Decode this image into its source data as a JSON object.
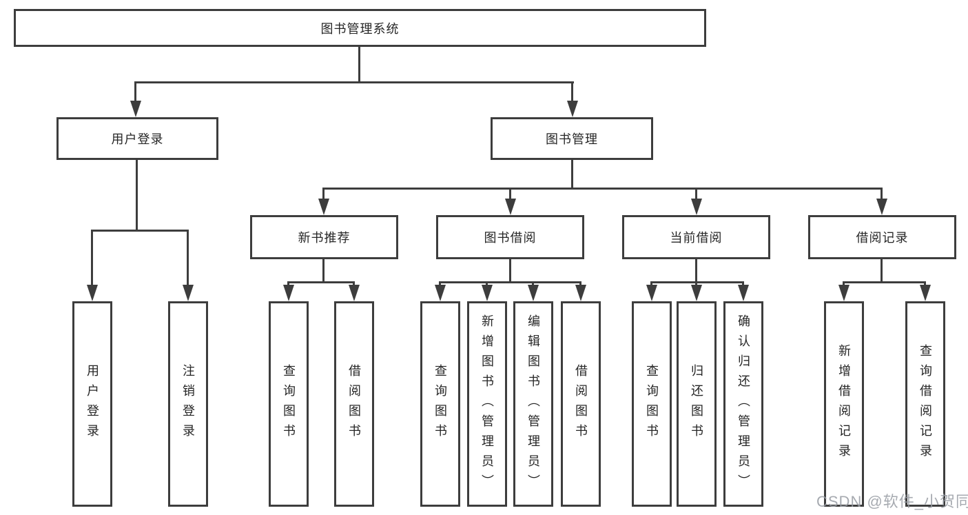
{
  "diagram": {
    "type": "hierarchy-tree",
    "root": {
      "label": "图书管理系统"
    },
    "branches": [
      {
        "label": "用户登录",
        "children": [
          {
            "label": "用户登录"
          },
          {
            "label": "注销登录"
          }
        ]
      },
      {
        "label": "图书管理",
        "children": [
          {
            "label": "新书推荐",
            "children": [
              {
                "label": "查询图书"
              },
              {
                "label": "借阅图书"
              }
            ]
          },
          {
            "label": "图书借阅",
            "children": [
              {
                "label": "查询图书"
              },
              {
                "label": "新增图书（管理员）"
              },
              {
                "label": "编辑图书（管理员）"
              },
              {
                "label": "借阅图书"
              }
            ]
          },
          {
            "label": "当前借阅",
            "children": [
              {
                "label": "查询图书"
              },
              {
                "label": "归还图书"
              },
              {
                "label": "确认归还（管理员）"
              }
            ]
          },
          {
            "label": "借阅记录",
            "children": [
              {
                "label": "新增借阅记录"
              },
              {
                "label": "查询借阅记录"
              }
            ]
          }
        ]
      }
    ]
  },
  "colors": {
    "line": "#3d3d3d",
    "text": "#262626",
    "watermark": "#969ba2"
  },
  "watermark": {
    "text": "CSDN @软件_小贺同学"
  }
}
